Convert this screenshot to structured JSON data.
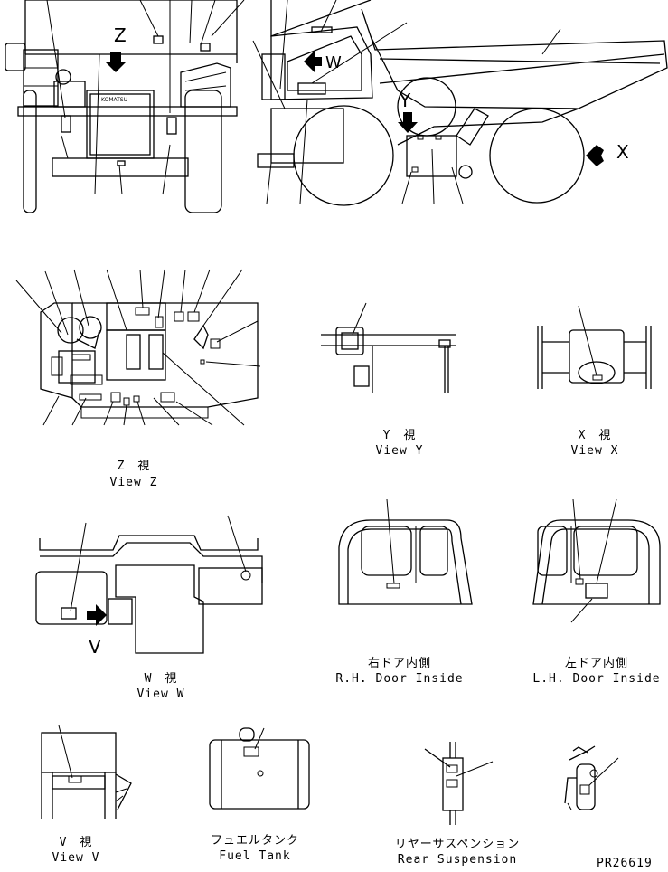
{
  "view_labels": {
    "z": {
      "jp": "Z　視",
      "en": "View Z"
    },
    "y": {
      "jp": "Y　視",
      "en": "View Y"
    },
    "x": {
      "jp": "X　視",
      "en": "View X"
    },
    "w": {
      "jp": "W　視",
      "en": "View W"
    },
    "rh": {
      "jp": "右ドア内側",
      "en": "R.H. Door Inside"
    },
    "lh": {
      "jp": "左ドア内側",
      "en": "L.H. Door Inside"
    },
    "v": {
      "jp": "V　視",
      "en": "View V"
    },
    "fuel": {
      "jp": "フュエルタンク",
      "en": "Fuel Tank"
    },
    "rear": {
      "jp": "リヤーサスペンション",
      "en": "Rear Suspension"
    }
  },
  "arrow_letters": {
    "z": "Z",
    "w": "W",
    "y": "Y",
    "x": "X",
    "v": "V"
  },
  "nameplate": "KOMATSU",
  "figure_code": "PR26619"
}
